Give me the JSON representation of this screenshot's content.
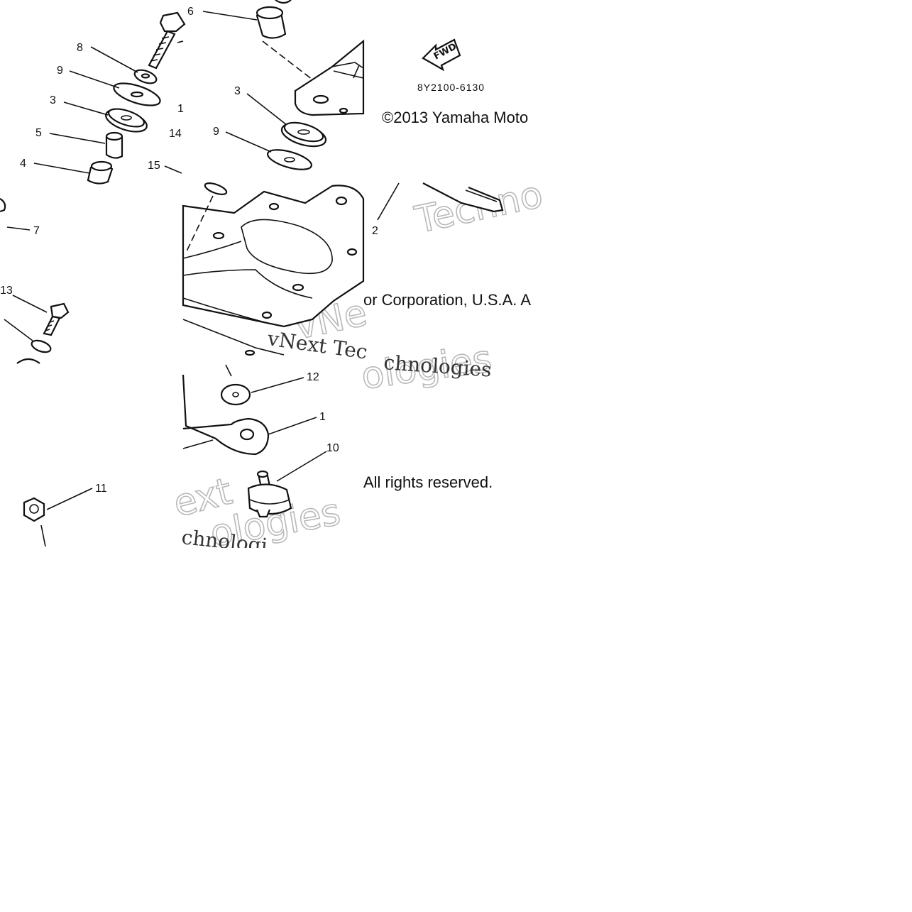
{
  "callouts": {
    "c6": "6",
    "c8": "8",
    "c9a": "9",
    "c3a": "3",
    "c1a": "1",
    "c5": "5",
    "c14": "14",
    "c4": "4",
    "c15": "15",
    "c7": "7",
    "c13": "13",
    "c3b": "3",
    "c9b": "9",
    "c2": "2",
    "c12": "12",
    "c1b": "1",
    "c10": "10",
    "c11": "11"
  },
  "direction_arrow": {
    "label": "FWD",
    "icon": "fwd-arrow-icon"
  },
  "diagram_code": "8Y2100-6130",
  "copyright": {
    "line1": "©2013 Yamaha Moto",
    "line2": "or Corporation, U.S.A. A",
    "line3": "All rights reserved."
  },
  "watermarks": {
    "w1": "Techno",
    "w2": "vNe",
    "w3": "vNext Tec",
    "w4": "ologies",
    "w5": "chnologies",
    "w6": "ext",
    "w7": "ologies",
    "w8": "chnologi"
  }
}
